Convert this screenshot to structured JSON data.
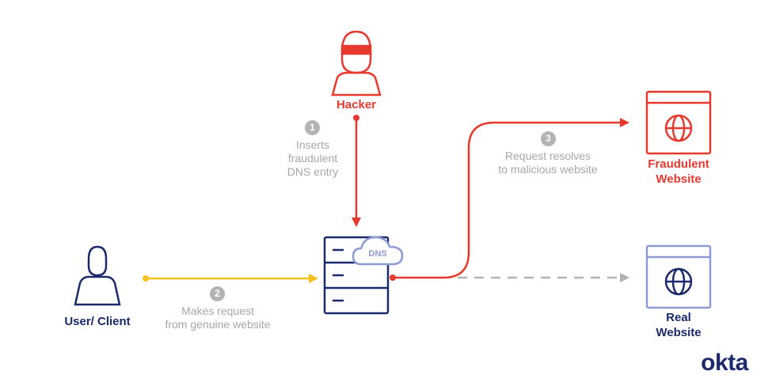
{
  "nodes": {
    "hacker": {
      "label": "Hacker"
    },
    "fraud": {
      "line1": "Fraudulent",
      "line2": "Website"
    },
    "real": {
      "line1": "Real",
      "line2": "Website"
    },
    "user": {
      "label": "User/ Client"
    },
    "dns": {
      "label": "DNS"
    }
  },
  "steps": [
    {
      "number": "1",
      "line1": "Inserts",
      "line2": "fraudulent",
      "line3": "DNS entry"
    },
    {
      "number": "2",
      "line1": "Makes request",
      "line2": "from genuine website"
    },
    {
      "number": "3",
      "line1": "Request resolves",
      "line2": "to malicious website"
    }
  ],
  "brand": {
    "logo_text": "okta"
  },
  "colors": {
    "red": "#e8392f",
    "navy": "#1a2a6c",
    "yellow": "#f7c11b",
    "light_blue": "#8d9bd4",
    "gray": "#b3b3b3"
  }
}
